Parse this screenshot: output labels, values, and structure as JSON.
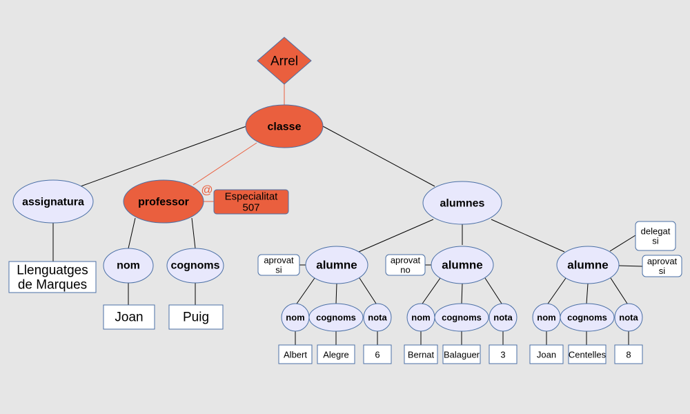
{
  "colors": {
    "background": "#e6e6e6",
    "accent": "#ea5f3e",
    "element_fill": "#e8e8fc",
    "border": "#4a6fa5",
    "text_box_fill": "#ffffff"
  },
  "root": {
    "label": "Arrel"
  },
  "classe": {
    "label": "classe"
  },
  "assignatura": {
    "label": "assignatura",
    "value": [
      "Llenguatges",
      "de Marques"
    ]
  },
  "professor": {
    "label": "professor",
    "attr_symbol": "@",
    "attribute": {
      "name": "Especialitat",
      "value": "507"
    },
    "nom": {
      "label": "nom",
      "value": "Joan"
    },
    "cognoms": {
      "label": "cognoms",
      "value": "Puig"
    }
  },
  "alumnes": {
    "label": "alumnes",
    "items": [
      {
        "label": "alumne",
        "attributes": [
          {
            "name": "aprovat",
            "value": "si"
          }
        ],
        "fields": [
          {
            "label": "nom",
            "value": "Albert"
          },
          {
            "label": "cognoms",
            "value": "Alegre"
          },
          {
            "label": "nota",
            "value": "6"
          }
        ]
      },
      {
        "label": "alumne",
        "attributes": [
          {
            "name": "aprovat",
            "value": "no"
          }
        ],
        "fields": [
          {
            "label": "nom",
            "value": "Bernat"
          },
          {
            "label": "cognoms",
            "value": "Balaguer"
          },
          {
            "label": "nota",
            "value": "3"
          }
        ]
      },
      {
        "label": "alumne",
        "attributes": [
          {
            "name": "delegat",
            "value": "si"
          },
          {
            "name": "aprovat",
            "value": "si"
          }
        ],
        "fields": [
          {
            "label": "nom",
            "value": "Joan"
          },
          {
            "label": "cognoms",
            "value": "Centelles"
          },
          {
            "label": "nota",
            "value": "8"
          }
        ]
      }
    ]
  }
}
